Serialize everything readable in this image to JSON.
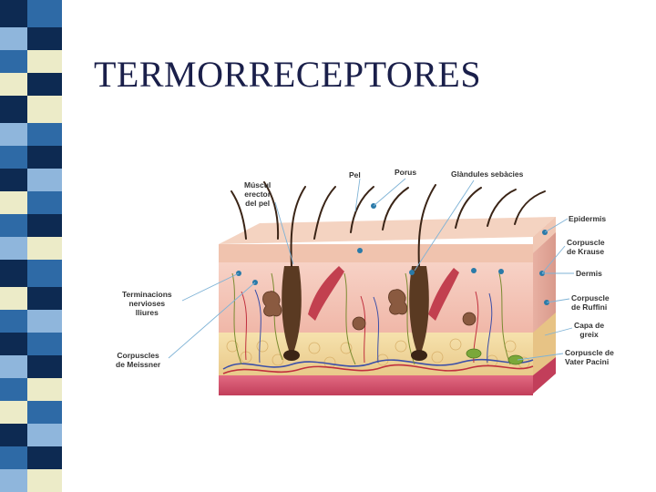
{
  "slide": {
    "title": "TERMORRECEPTORES"
  },
  "diagram": {
    "labels": {
      "muscul": "Múscul\nerector\ndel pel",
      "pel": "Pel",
      "porus": "Porus",
      "glandules": "Glàndules sebàcies",
      "epidermis": "Epidermis",
      "krause": "Corpuscle\nde Krause",
      "dermis": "Dermis",
      "ruffini": "Corpuscle\nde Ruffini",
      "greix": "Capa de\ngreix",
      "pacini": "Corpuscle de\nVater Pacini",
      "terminacions": "Terminacions\nnervioses\nlliures",
      "meissner": "Corpuscles\nde Meissner"
    }
  },
  "colors": {
    "title": "#1a1f4a",
    "stripe_dark": "#0d2a52",
    "stripe_mid": "#2e6aa6",
    "stripe_light": "#8fb6dc",
    "stripe_cream": "#ecebc8",
    "epidermis": "#f3cdb9",
    "dermis": "#f6c9c0",
    "fat": "#f4dca0",
    "muscle_base": "#d9506a",
    "hair": "#3a2416"
  }
}
